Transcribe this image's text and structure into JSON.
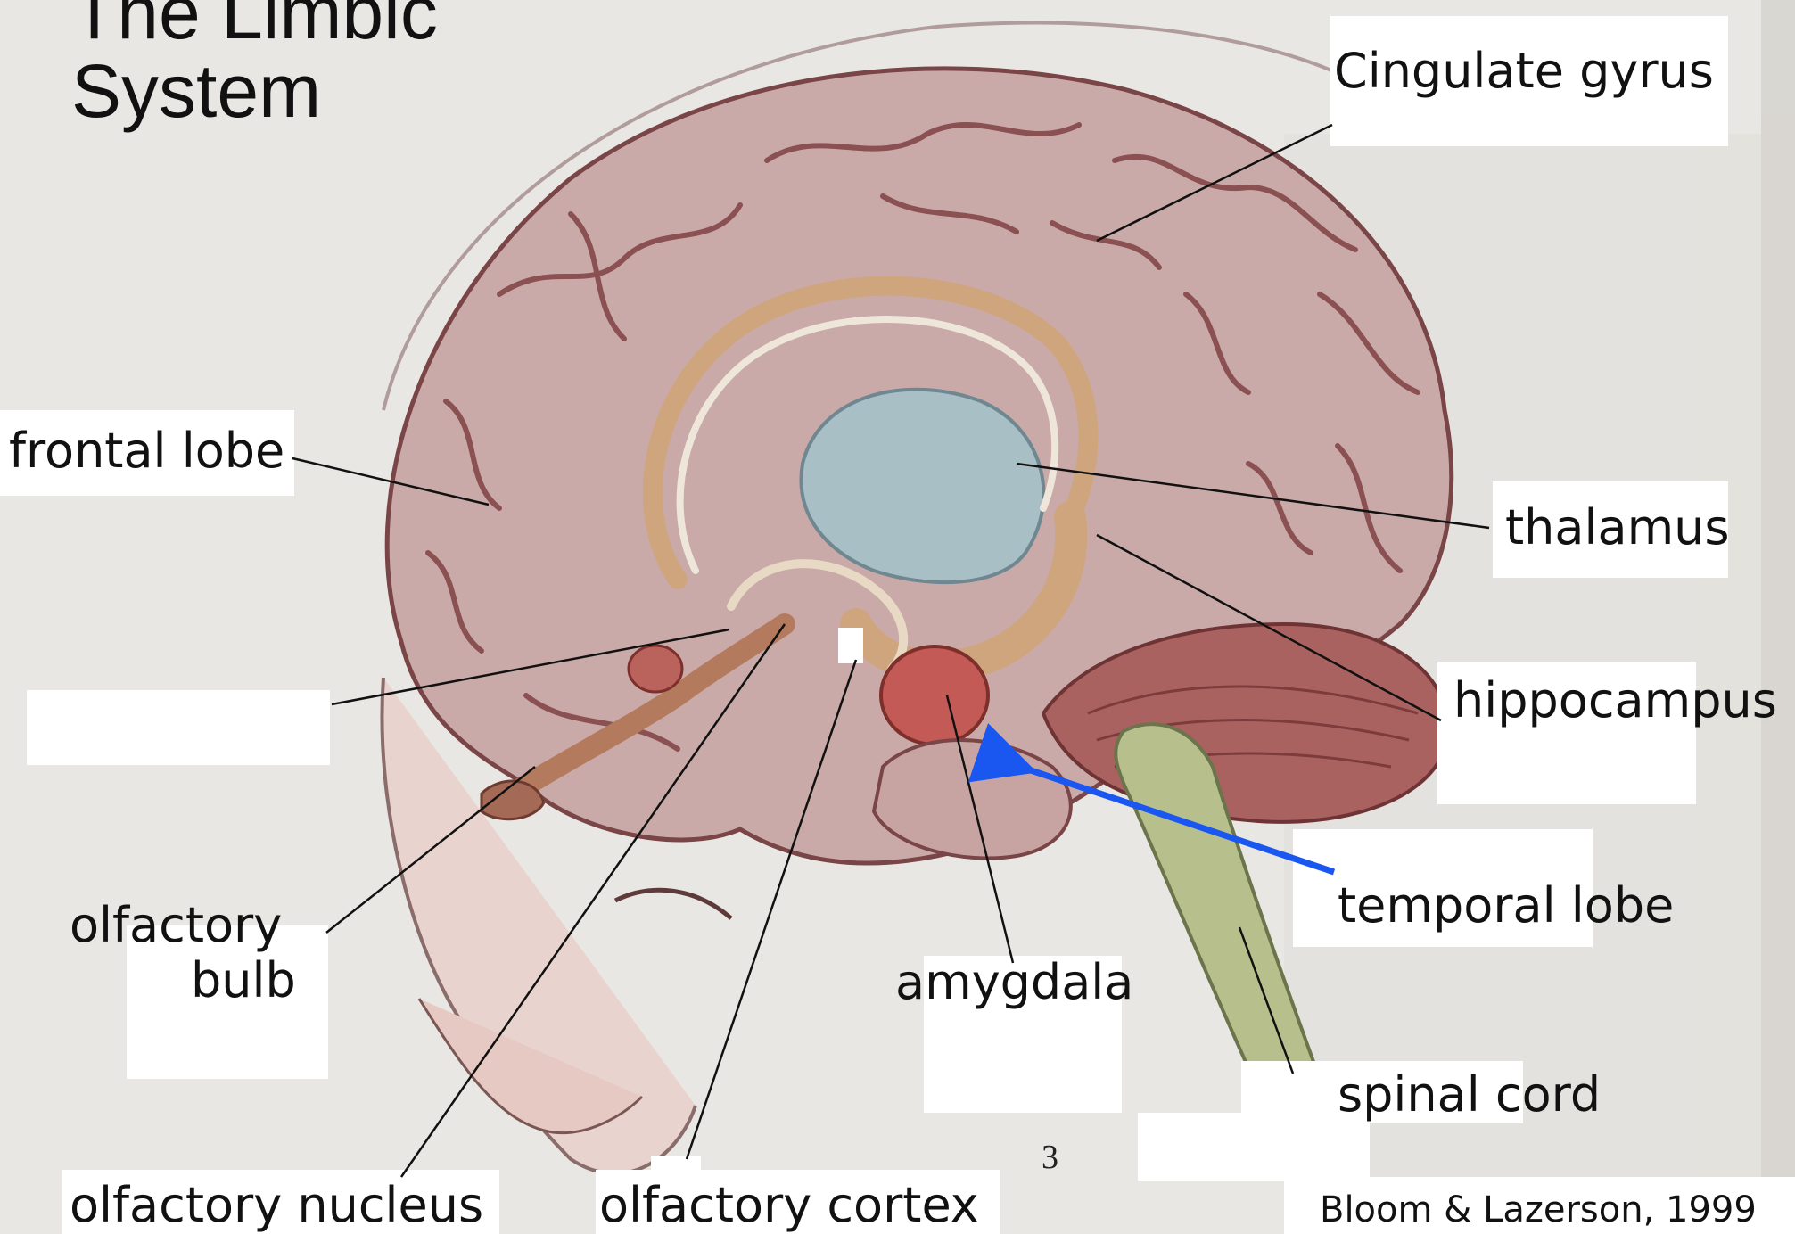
{
  "title": {
    "line1": "The Limbic",
    "line2": "System"
  },
  "labels": {
    "cingulate_gyrus": "Cingulate gyrus",
    "frontal_lobe": "frontal lobe",
    "thalamus": "thalamus",
    "hippocampus": "hippocampus",
    "temporal_lobe": "temporal lobe",
    "olfactory_bulb_line1": "olfactory",
    "olfactory_bulb_line2": "bulb",
    "amygdala": "amygdala",
    "spinal_cord": "spinal cord",
    "olfactory_nucleus": "olfactory nucleus",
    "olfactory_cortex": "olfactory cortex"
  },
  "page_number": "3",
  "credit": "Bloom & Lazerson, 1999",
  "colors": {
    "background": "#e9e7e3",
    "brain": "#c9aaa8",
    "gyri": "#8a5052",
    "limbic_tan": "#cfa57e",
    "thalamus": "#a9bfc6",
    "amygdala": "#c45a55",
    "cerebellum": "#a9625f",
    "spinal_cord": "#b7c08d",
    "arrow": "#1a56f0",
    "leader_line": "#111111"
  },
  "icons": {
    "arrow": "blue-arrow-icon"
  }
}
